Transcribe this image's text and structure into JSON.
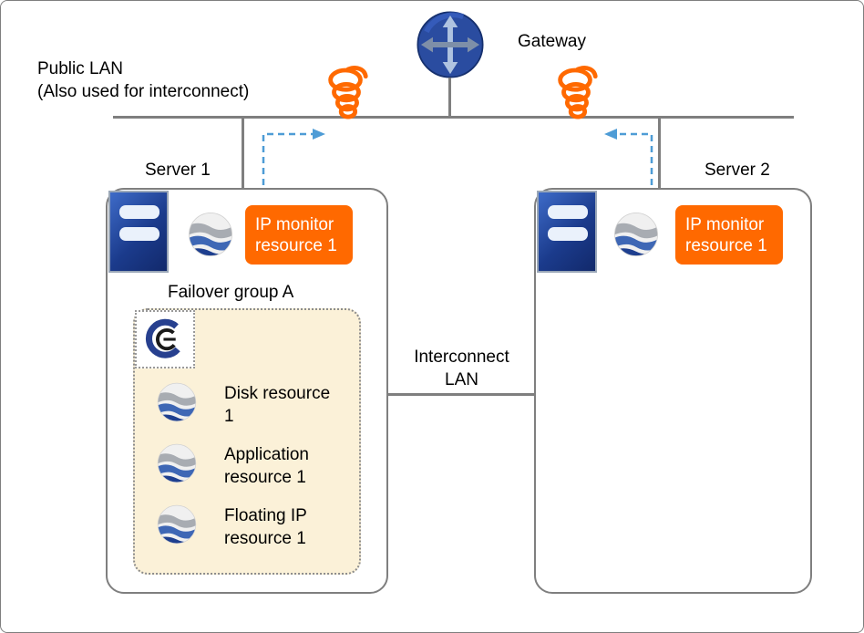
{
  "labels": {
    "gateway": "Gateway",
    "public_lan": "Public LAN",
    "public_lan_note": "(Also used for interconnect)",
    "server1": "Server 1",
    "server2": "Server 2",
    "ip_monitor_server1": "IP monitor resource 1",
    "ip_monitor_server2": "IP monitor resource 1",
    "failover_group": "Failover group A",
    "interconnect": "Interconnect LAN"
  },
  "resources": [
    "Disk resource 1",
    "Application resource 1",
    "Floating IP resource 1"
  ],
  "icons": {
    "gateway": "router-circle-icon",
    "server": "server-tower-icon",
    "resource": "striped-sphere-icon",
    "group": "swirl-group-icon",
    "disruption": "orange-coil-icon",
    "monitor_path": "dashed-arrow-icon"
  },
  "colors": {
    "monitor_box_orange": "#FF6900",
    "line_gray": "#7F7F7F",
    "arrow_blue": "#4E9CD6",
    "group_fill": "#FBF1D8",
    "sphere_blue": "#3E67B5",
    "sphere_navy": "#1E3F8F",
    "gateway_blue": "#2A4CA0"
  }
}
